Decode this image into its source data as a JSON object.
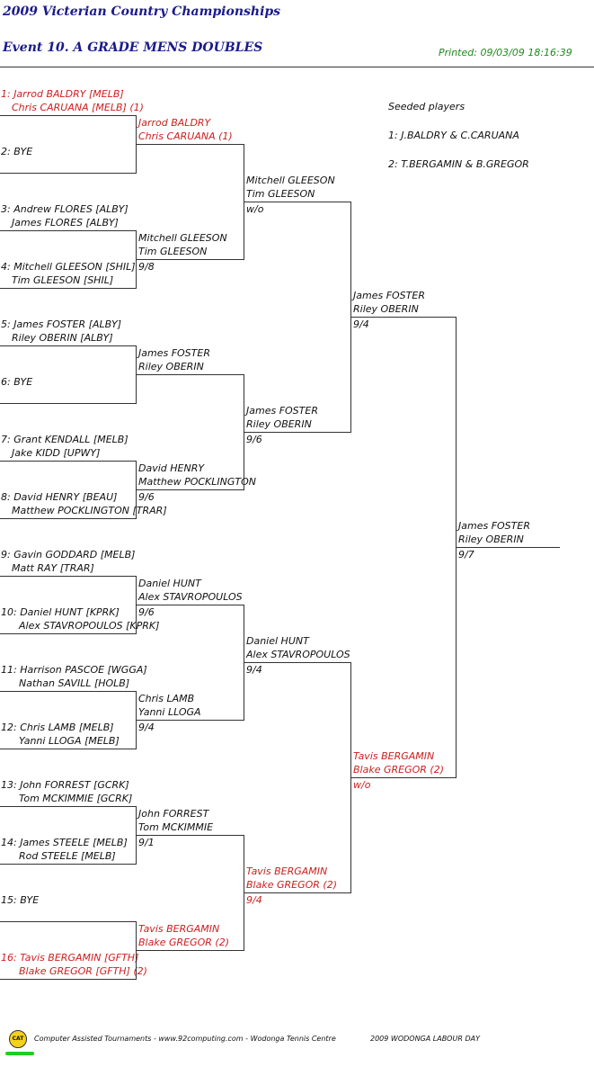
{
  "header": {
    "title": "2009 Victerian Country Championships",
    "event": "Event 10. A GRADE MENS DOUBLES",
    "printed": "Printed: 09/03/09 18:16:39"
  },
  "seeds": {
    "heading": "Seeded players",
    "list": [
      "1: J.BALDRY & C.CARUANA",
      "2: T.BERGAMIN & B.GREGOR"
    ]
  },
  "round1": [
    {
      "l1": "1: Jarrod BALDRY [MELB]",
      "l2": "Chris CARUANA [MELB] (1)"
    },
    {
      "l1": "2: BYE",
      "l2": ""
    },
    {
      "l1": "3: Andrew FLORES [ALBY]",
      "l2": "James FLORES [ALBY]"
    },
    {
      "l1": "4: Mitchell GLEESON [SHIL]",
      "l2": "Tim GLEESON [SHIL]"
    },
    {
      "l1": "5: James FOSTER [ALBY]",
      "l2": "Riley OBERIN [ALBY]"
    },
    {
      "l1": "6: BYE",
      "l2": ""
    },
    {
      "l1": "7: Grant KENDALL [MELB]",
      "l2": "Jake KIDD [UPWY]"
    },
    {
      "l1": "8: David HENRY [BEAU]",
      "l2": "Matthew POCKLINGTON [TRAR]"
    },
    {
      "l1": "9: Gavin GODDARD [MELB]",
      "l2": "Matt RAY [TRAR]"
    },
    {
      "l1": "10: Daniel HUNT [KPRK]",
      "l2": "Alex STAVROPOULOS [KPRK]"
    },
    {
      "l1": "11: Harrison PASCOE [WGGA]",
      "l2": "Nathan SAVILL [HOLB]"
    },
    {
      "l1": "12: Chris LAMB [MELB]",
      "l2": "Yanni LLOGA [MELB]"
    },
    {
      "l1": "13: John FORREST [GCRK]",
      "l2": "Tom MCKIMMIE [GCRK]"
    },
    {
      "l1": "14: James STEELE [MELB]",
      "l2": "Rod STEELE [MELB]"
    },
    {
      "l1": "15: BYE",
      "l2": ""
    },
    {
      "l1": "16: Tavis BERGAMIN [GFTH]",
      "l2": "Blake GREGOR [GFTH] (2)"
    }
  ],
  "round2": [
    {
      "l1": "Jarrod BALDRY",
      "l2": "Chris CARUANA (1)",
      "score": ""
    },
    {
      "l1": "Mitchell GLEESON",
      "l2": "Tim GLEESON",
      "score": "9/8"
    },
    {
      "l1": "James FOSTER",
      "l2": "Riley OBERIN",
      "score": ""
    },
    {
      "l1": "David HENRY",
      "l2": "Matthew POCKLINGTON",
      "score": "9/6"
    },
    {
      "l1": "Daniel HUNT",
      "l2": "Alex STAVROPOULOS",
      "score": "9/6"
    },
    {
      "l1": "Chris LAMB",
      "l2": "Yanni LLOGA",
      "score": "9/4"
    },
    {
      "l1": "John FORREST",
      "l2": "Tom MCKIMMIE",
      "score": "9/1"
    },
    {
      "l1": "Tavis BERGAMIN",
      "l2": "Blake GREGOR (2)",
      "score": ""
    }
  ],
  "round3": [
    {
      "l1": "Mitchell GLEESON",
      "l2": "Tim GLEESON",
      "score": "w/o"
    },
    {
      "l1": "James FOSTER",
      "l2": "Riley OBERIN",
      "score": "9/6"
    },
    {
      "l1": "Daniel HUNT",
      "l2": "Alex STAVROPOULOS",
      "score": "9/4"
    },
    {
      "l1": "Tavis BERGAMIN",
      "l2": "Blake GREGOR (2)",
      "score": "9/4"
    }
  ],
  "round4": [
    {
      "l1": "James FOSTER",
      "l2": "Riley OBERIN",
      "score": "9/4"
    },
    {
      "l1": "Tavis BERGAMIN",
      "l2": "Blake GREGOR (2)",
      "score": "w/o"
    }
  ],
  "final": {
    "l1": "James FOSTER",
    "l2": "Riley OBERIN",
    "score": "9/7"
  },
  "footer": {
    "logo": "CAT",
    "credit": "Computer Assisted Tournaments - www.92computing.com -  Wodonga Tennis Centre",
    "event": "2009 WODONGA LABOUR DAY"
  }
}
